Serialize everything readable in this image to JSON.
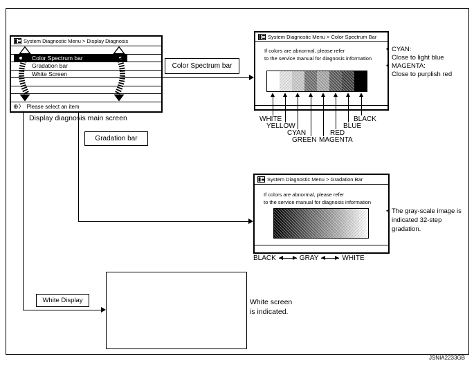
{
  "figure": {
    "code": "JSNIA2233GB"
  },
  "main_screen": {
    "title": "System Diagnostic Menu > Display Diagnosis",
    "menu_items": [
      {
        "label": "Color Spectrum bar",
        "selected": true
      },
      {
        "label": "Gradation bar",
        "selected": false
      },
      {
        "label": "White Screen",
        "selected": false
      }
    ],
    "status_icon": "⊕〉",
    "status_text": "Please select an item",
    "caption": "Display diagnosis main screen"
  },
  "flow_labels": {
    "color_spectrum": "Color Spectrum bar",
    "gradation": "Gradation bar",
    "white": "White Display"
  },
  "spectrum_screen": {
    "title": "System Diagnostic Menu > Color Spectrum Bar",
    "message_line1": "If colors are abnormal, please refer",
    "message_line2": "to the service manual for diagnosis information",
    "segments": [
      {
        "label": "WHITE",
        "print_gray": "#ffffff"
      },
      {
        "label": "YELLOW",
        "print_gray": "#e4e4e4"
      },
      {
        "label": "CYAN",
        "print_gray": "#c9c9c9"
      },
      {
        "label": "GREEN",
        "print_gray": "#6e6e6e"
      },
      {
        "label": "MAGENTA",
        "print_gray": "#a6a6a6"
      },
      {
        "label": "RED",
        "print_gray": "#595959"
      },
      {
        "label": "BLUE",
        "print_gray": "#3d3d3d"
      },
      {
        "label": "BLACK",
        "print_gray": "#000000"
      }
    ],
    "notes": [
      {
        "term": "CYAN:",
        "desc": "Close to light blue"
      },
      {
        "term": "MAGENTA:",
        "desc": "Close to purplish red"
      }
    ]
  },
  "gradation_screen": {
    "title": "System Diagnostic Menu > Gradation Bar",
    "message_line1": "If colors are abnormal, please refer",
    "message_line2": "to the service manual for diagnosis information",
    "bar": {
      "steps": 32,
      "from": "#000000",
      "to": "#ffffff"
    },
    "scale": {
      "left": "BLACK",
      "mid": "GRAY",
      "right": "WHITE"
    },
    "note": "The gray-scale image is indicated 32-step gradation."
  },
  "white_screen": {
    "caption_line1": "White screen",
    "caption_line2": "is indicated."
  }
}
